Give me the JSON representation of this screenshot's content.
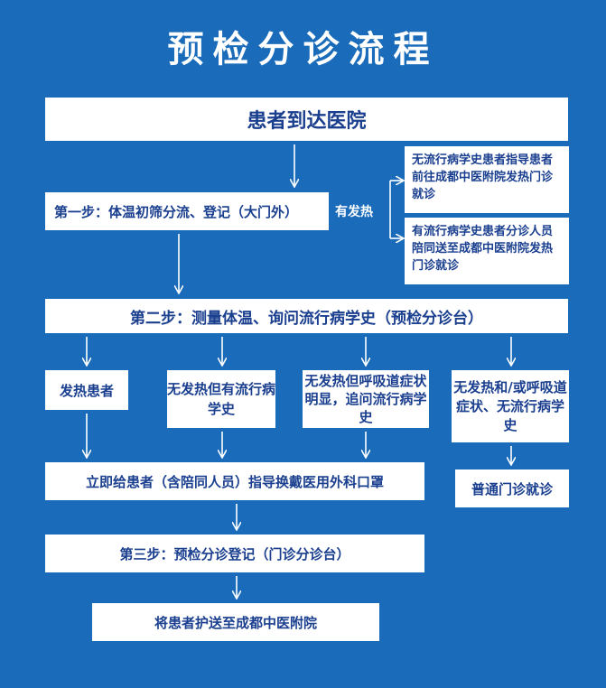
{
  "title": "预检分诊流程",
  "nodes": {
    "arrive": "患者到达医院",
    "step1": "第一步：体温初筛分流、登记（大门外）",
    "has_fever": "有发热",
    "no_history": "无流行病学史患者指导患者前往成都中医附院发热门诊就诊",
    "has_history": "有流行病学史患者分诊人员陪同送至成都中医附院发热门诊就诊",
    "step2": "第二步：测量体温、询问流行病学史（预检分诊台）",
    "fever_patient": "发热患者",
    "no_fever_history": "无发热但有流行病学史",
    "no_fever_resp": "无发热但呼吸道症状明显，追问流行病学史",
    "no_fever_none": "无发热和/或呼吸道症状、无流行病学史",
    "mask": "立即给患者（含陪同人员）指导换戴医用外科口罩",
    "normal_clinic": "普通门诊就诊",
    "step3": "第三步：预检分诊登记（门诊分诊台）",
    "escort": "将患者护送至成都中医附院"
  }
}
